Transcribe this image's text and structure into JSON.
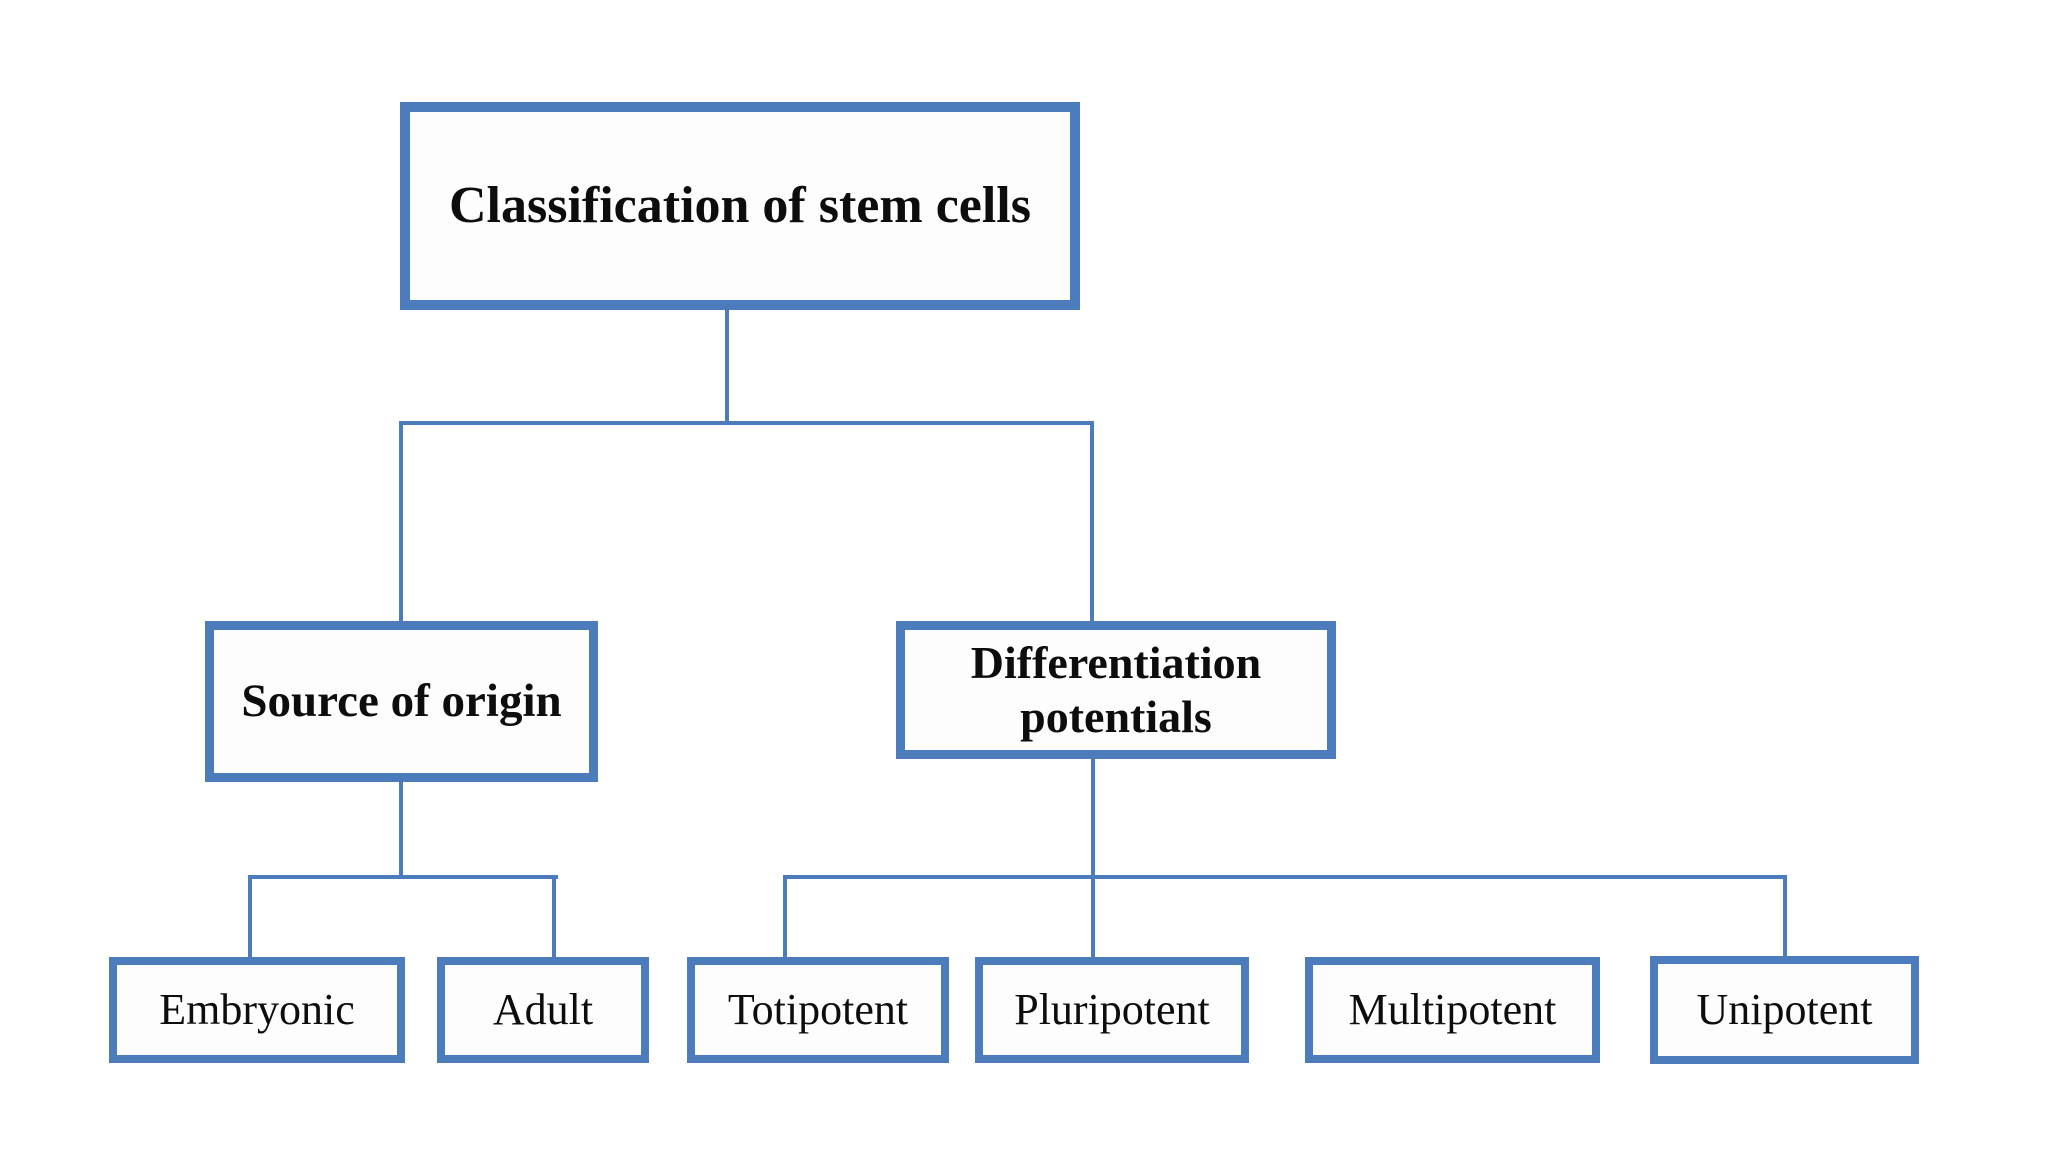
{
  "diagram": {
    "type": "hierarchy-flowchart",
    "title": "Classification of stem cells",
    "nodes": {
      "root": {
        "label": "Classification of stem cells",
        "level": 1
      },
      "source": {
        "label": "Source of origin",
        "level": 2
      },
      "diff": {
        "label": "Differentiation potentials",
        "level": 2
      },
      "embryonic": {
        "label": "Embryonic",
        "level": 3
      },
      "adult": {
        "label": "Adult",
        "level": 3
      },
      "totipotent": {
        "label": "Totipotent",
        "level": 3
      },
      "pluripotent": {
        "label": "Pluripotent",
        "level": 3
      },
      "multipotent": {
        "label": "Multipotent",
        "level": 3
      },
      "unipotent": {
        "label": "Unipotent",
        "level": 3
      }
    },
    "edges": [
      {
        "from": "root",
        "to": "source",
        "drop_line_drawn": true
      },
      {
        "from": "root",
        "to": "diff",
        "drop_line_drawn": true
      },
      {
        "from": "source",
        "to": "embryonic",
        "drop_line_drawn": true
      },
      {
        "from": "source",
        "to": "adult",
        "drop_line_drawn": true
      },
      {
        "from": "diff",
        "to": "totipotent",
        "drop_line_drawn": true
      },
      {
        "from": "diff",
        "to": "pluripotent",
        "drop_line_drawn": true
      },
      {
        "from": "diff",
        "to": "multipotent",
        "drop_line_drawn": false
      },
      {
        "from": "diff",
        "to": "unipotent",
        "drop_line_drawn": true
      }
    ],
    "colors": {
      "accent": "#4c7cbb",
      "box_fill": "#fdfdfd",
      "text": "#0d0d0d",
      "background": "#ffffff"
    }
  }
}
